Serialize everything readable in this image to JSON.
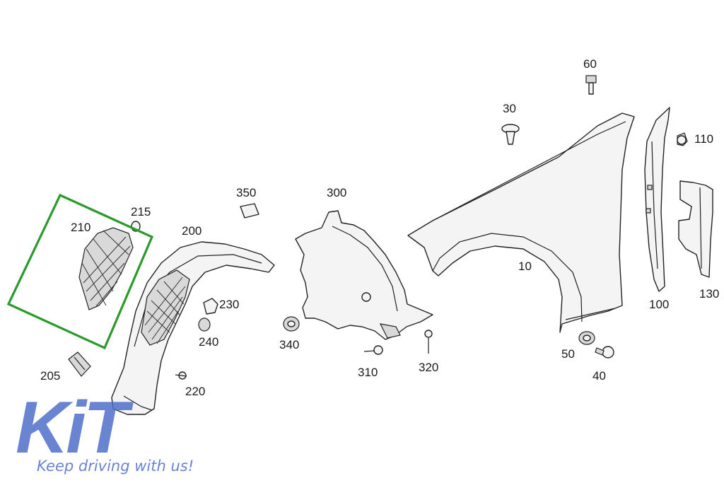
{
  "diagram": {
    "highlight_color": "#2a9a2a",
    "part_labels": {
      "p10": "10",
      "p30": "30",
      "p40": "40",
      "p50": "50",
      "p60": "60",
      "p100": "100",
      "p110": "110",
      "p130": "130",
      "p200": "200",
      "p205": "205",
      "p210": "210",
      "p215": "215",
      "p220": "220",
      "p230": "230",
      "p240": "240",
      "p300": "300",
      "p310": "310",
      "p320": "320",
      "p340": "340",
      "p350": "350"
    }
  },
  "watermark": {
    "brand": "KiT",
    "tagline": "Keep driving with us!",
    "color": "#4f6fc9"
  }
}
